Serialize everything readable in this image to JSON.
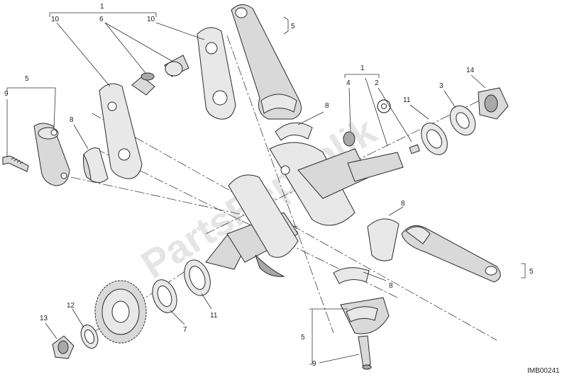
{
  "diagram": {
    "code": "IMB00241",
    "watermark": "PartsRepublik",
    "callouts": [
      {
        "id": "c1a",
        "text": "1"
      },
      {
        "id": "c10a",
        "text": "10"
      },
      {
        "id": "c6",
        "text": "6"
      },
      {
        "id": "c10b",
        "text": "10"
      },
      {
        "id": "c5a",
        "text": "5"
      },
      {
        "id": "c5b",
        "text": "5"
      },
      {
        "id": "c9a",
        "text": "9"
      },
      {
        "id": "c8a",
        "text": "8"
      },
      {
        "id": "c8b",
        "text": "8"
      },
      {
        "id": "c1b",
        "text": "1"
      },
      {
        "id": "c4",
        "text": "4"
      },
      {
        "id": "c2",
        "text": "2"
      },
      {
        "id": "c11a",
        "text": "11"
      },
      {
        "id": "c3",
        "text": "3"
      },
      {
        "id": "c14",
        "text": "14"
      },
      {
        "id": "c8c",
        "text": "8"
      },
      {
        "id": "c5c",
        "text": "5"
      },
      {
        "id": "c8d",
        "text": "8"
      },
      {
        "id": "c11b",
        "text": "11"
      },
      {
        "id": "c7",
        "text": "7"
      },
      {
        "id": "c12",
        "text": "12"
      },
      {
        "id": "c13",
        "text": "13"
      },
      {
        "id": "c5d",
        "text": "5"
      },
      {
        "id": "c9b",
        "text": "9"
      }
    ]
  }
}
